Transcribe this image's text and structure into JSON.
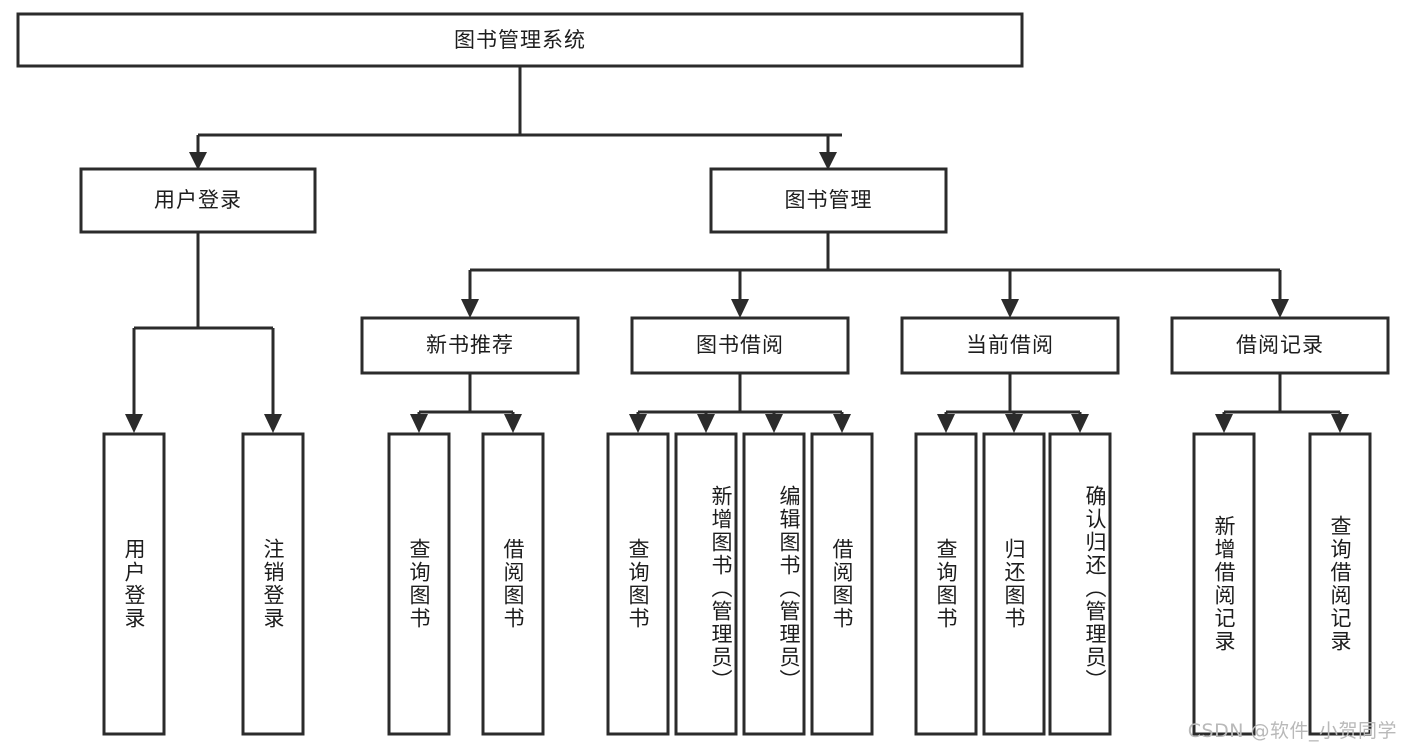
{
  "diagram": {
    "title": "图书管理系统",
    "type": "tree-hierarchy-functional-structure",
    "watermark": "CSDN @软件_小贺同学",
    "colors": {
      "background": "#ffffff",
      "box_stroke": "#2b2b2b",
      "box_fill": "#ffffff",
      "text": "#1d1d1d",
      "watermark": "#b9b9b9"
    },
    "root": {
      "label": "图书管理系统"
    },
    "level2": [
      {
        "label": "用户登录"
      },
      {
        "label": "图书管理"
      }
    ],
    "level3": [
      {
        "label": "新书推荐"
      },
      {
        "label": "图书借阅"
      },
      {
        "label": "当前借阅"
      },
      {
        "label": "借阅记录"
      }
    ],
    "leaves": {
      "user_login": [
        {
          "label": "用户登录"
        },
        {
          "label": "注销登录"
        }
      ],
      "new_book_recommend": [
        {
          "label": "查询图书"
        },
        {
          "label": "借阅图书"
        }
      ],
      "book_borrow": [
        {
          "label": "查询图书"
        },
        {
          "label": "新增图书（管理员）"
        },
        {
          "label": "编辑图书（管理员）"
        },
        {
          "label": "借阅图书"
        }
      ],
      "current_borrow": [
        {
          "label": "查询图书"
        },
        {
          "label": "归还图书"
        },
        {
          "label": "确认归还（管理员）"
        }
      ],
      "borrow_record": [
        {
          "label": "新增借阅记录"
        },
        {
          "label": "查询借阅记录"
        }
      ]
    }
  }
}
